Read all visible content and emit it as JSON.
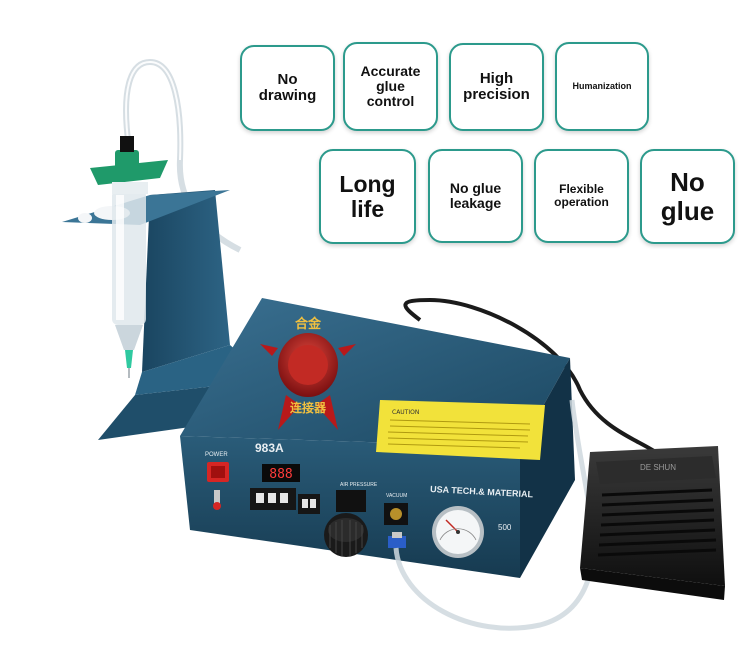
{
  "badges": [
    {
      "text": "No\ndrawing"
    },
    {
      "text": "Accurate\nglue\ncontrol"
    },
    {
      "text": "High\nprecision"
    },
    {
      "text": "Humanization"
    },
    {
      "text": "Long\nlife"
    },
    {
      "text": "No glue\nleakage"
    },
    {
      "text": "Flexible\noperation"
    },
    {
      "text": "No\nglue"
    }
  ],
  "device": {
    "model": "983A",
    "brand_text": "USA TECH.& MATERIAL",
    "power_label": "POWER",
    "air_label": "AIR PRESSURE",
    "vacuum_label": "VACUUM",
    "caution_label": "CAUTION",
    "pedal_brand": "DE SHUN",
    "model_tag": "500",
    "display_value": "888",
    "seal_top": "合金",
    "seal_bottom": "连接器"
  },
  "colors": {
    "badge_border": "#2c9a8c",
    "body": "#1f4a63",
    "caution_panel": "#f2e23a",
    "seal_red": "#b8191a",
    "syringe_cap": "#1f9a6a",
    "pedal": "#1d1d1d"
  },
  "icons": [
    "power-switch-icon",
    "pressure-gauge-icon",
    "pressure-knob-icon"
  ]
}
